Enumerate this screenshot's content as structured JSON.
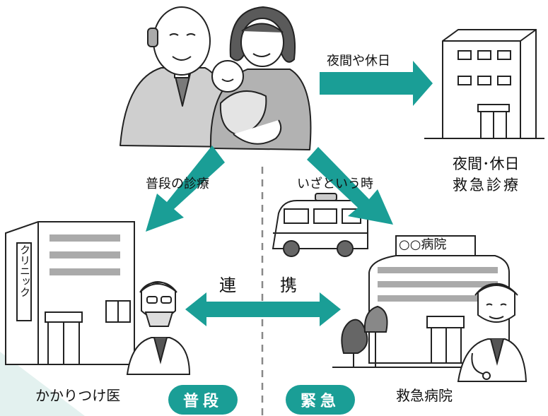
{
  "labels": {
    "night_holiday_arrow": "夜間や休日",
    "night_clinic_line1": "夜間･休日",
    "night_clinic_line2": "救急診療",
    "usual_care": "普段の診療",
    "emergency_case": "いざという時",
    "clinic_sign": "クリニック",
    "hospital_sign": "○○病院",
    "renkei_left": "連",
    "renkei_right": "携",
    "family_doctor": "かかりつけ医",
    "emergency_hospital": "救急病院"
  },
  "badges": {
    "usual": "普段",
    "emergency": "緊急"
  },
  "colors": {
    "accent": "#1a9e96",
    "corner": "#e3f1ef",
    "line": "#222222"
  }
}
